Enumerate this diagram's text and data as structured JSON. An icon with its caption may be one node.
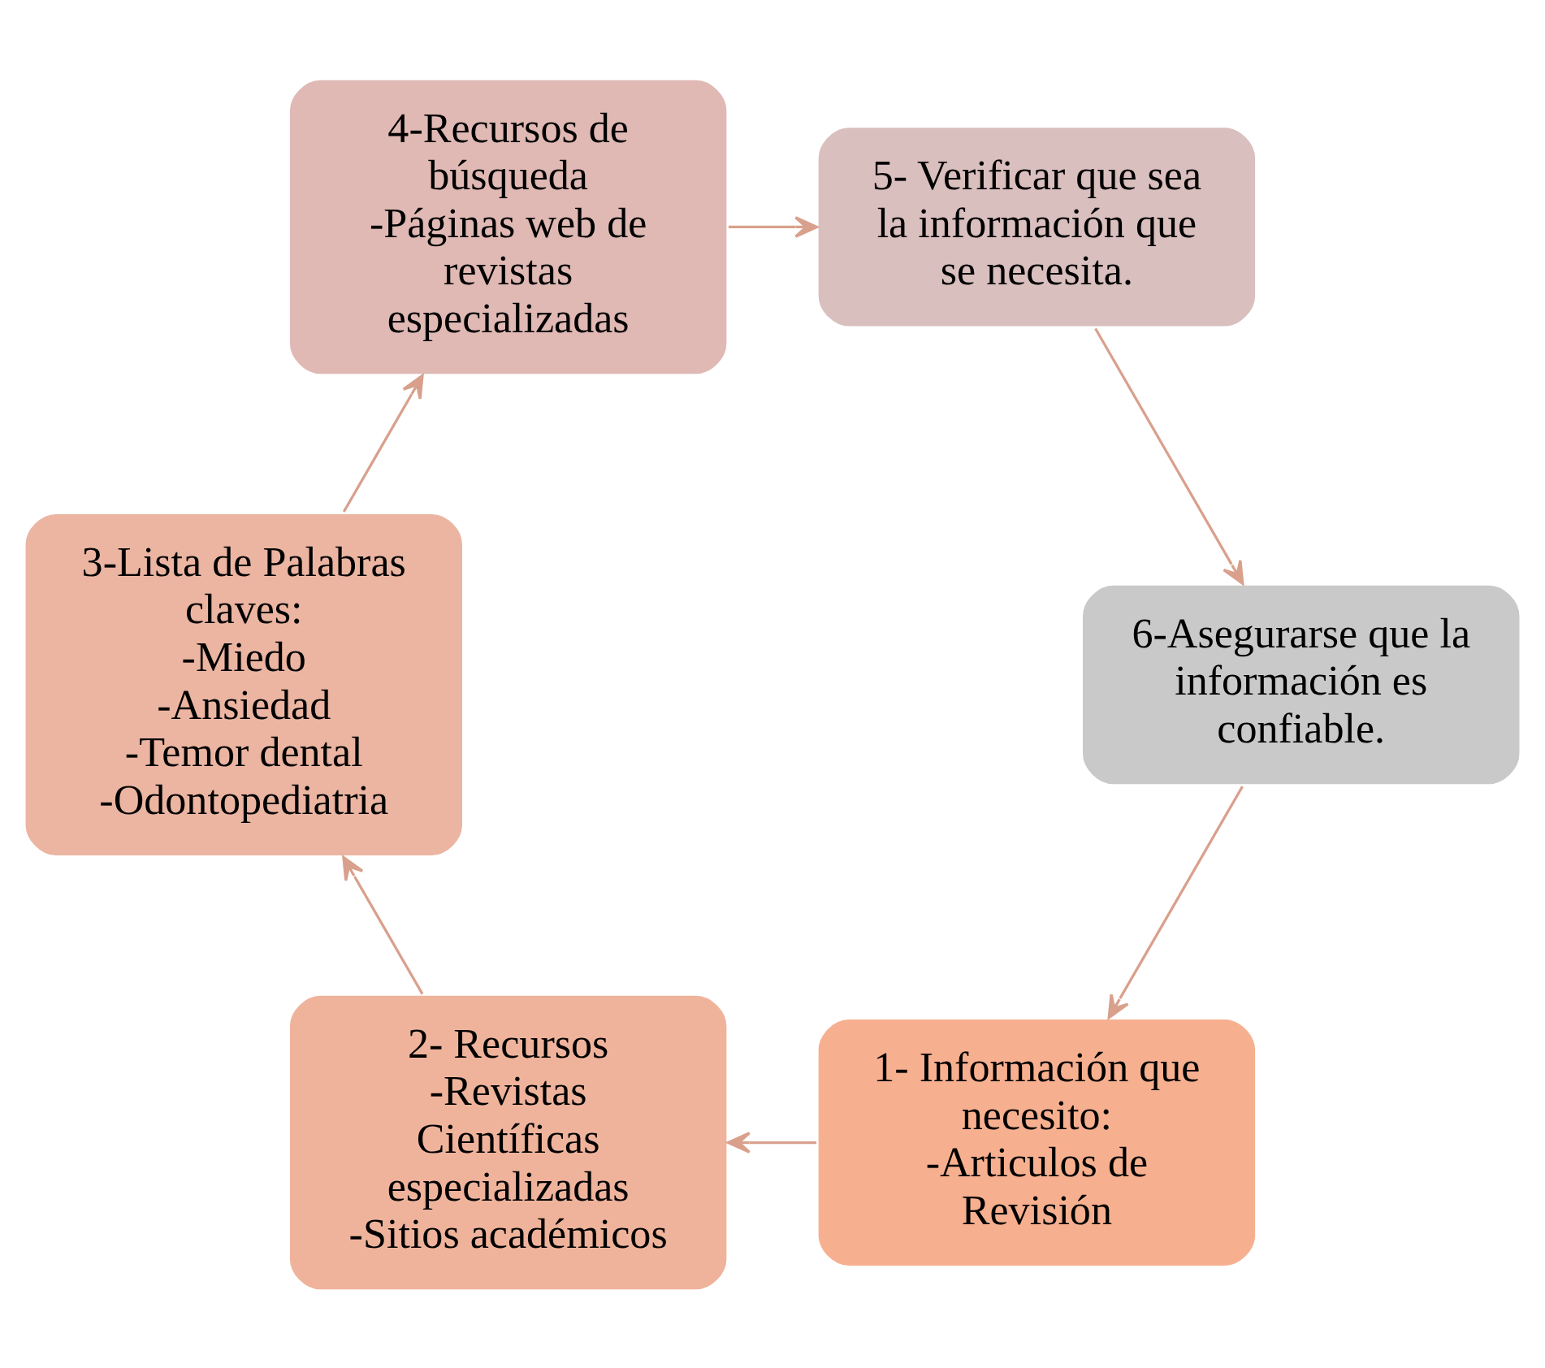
{
  "diagram": {
    "nodes": [
      {
        "text": [
          "1- Información que necesito:",
          "-Articulos de Revisión"
        ]
      },
      {
        "text": [
          "2- Recursos",
          "-Revistas Científicas especializadas",
          "-Sitios académicos"
        ]
      },
      {
        "text": [
          "3-Lista de Palabras claves:",
          "-Miedo",
          "-Ansiedad",
          "-Temor dental",
          "-Odontopediatria"
        ]
      },
      {
        "text": [
          "4-Recursos de búsqueda",
          "-Páginas web de revistas especializadas"
        ]
      },
      {
        "text": [
          "5- Verificar que sea la información que se necesita."
        ]
      },
      {
        "text": [
          "6-Asegurarse que la información es confiable."
        ]
      }
    ],
    "edges": [
      {
        "from": 0,
        "to": 1,
        "arrow": "to"
      },
      {
        "from": 1,
        "to": 2,
        "arrow": "to"
      },
      {
        "from": 2,
        "to": 3,
        "arrow": "to"
      },
      {
        "from": 3,
        "to": 4,
        "arrow": "to"
      },
      {
        "from": 4,
        "to": 5,
        "arrow": "to"
      },
      {
        "from": 5,
        "to": 0,
        "arrow": "to"
      }
    ]
  }
}
